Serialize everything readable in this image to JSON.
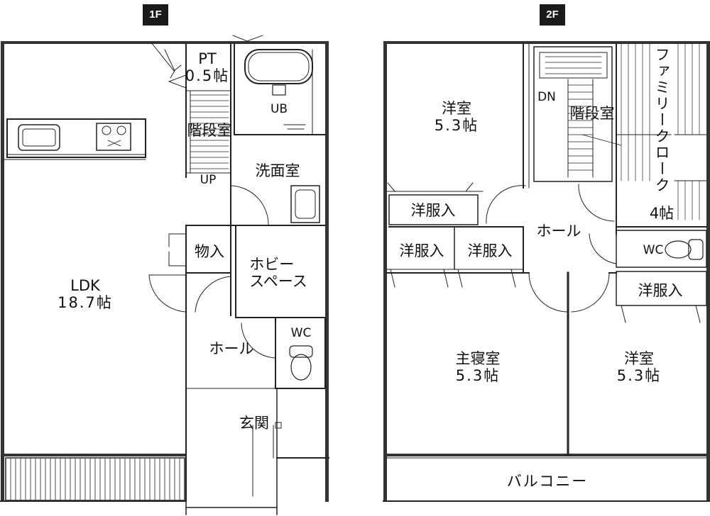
{
  "floors": [
    {
      "badge": "1F",
      "rooms": [
        {
          "id": "pt",
          "name": "PT",
          "size": "0.5帖"
        },
        {
          "id": "ub",
          "name": "UB"
        },
        {
          "id": "stair1",
          "name": "階段室"
        },
        {
          "id": "up",
          "name": "UP"
        },
        {
          "id": "wash",
          "name": "洗面室"
        },
        {
          "id": "storage",
          "name": "物入"
        },
        {
          "id": "hobby",
          "name": "ホビー",
          "name2": "スペース"
        },
        {
          "id": "ldk",
          "name": "LDK",
          "size": "18.7帖"
        },
        {
          "id": "hall1",
          "name": "ホール"
        },
        {
          "id": "wc1",
          "name": "WC"
        },
        {
          "id": "entrance",
          "name": "玄関"
        }
      ]
    },
    {
      "badge": "2F",
      "rooms": [
        {
          "id": "room_nw",
          "name": "洋室",
          "size": "5.3帖"
        },
        {
          "id": "dn",
          "name": "DN"
        },
        {
          "id": "stair2",
          "name": "階段室"
        },
        {
          "id": "family_closet",
          "name": "ファミリークローク",
          "size": "4帖"
        },
        {
          "id": "closet_a",
          "name": "洋服入"
        },
        {
          "id": "hall2",
          "name": "ホール"
        },
        {
          "id": "wc2",
          "name": "WC"
        },
        {
          "id": "closet_b",
          "name": "洋服入"
        },
        {
          "id": "closet_c",
          "name": "洋服入"
        },
        {
          "id": "closet_d",
          "name": "洋服入"
        },
        {
          "id": "master",
          "name": "主寝室",
          "size": "5.3帖"
        },
        {
          "id": "room_se",
          "name": "洋室",
          "size": "5.3帖"
        },
        {
          "id": "balcony",
          "name": "バルコニー"
        }
      ]
    }
  ]
}
